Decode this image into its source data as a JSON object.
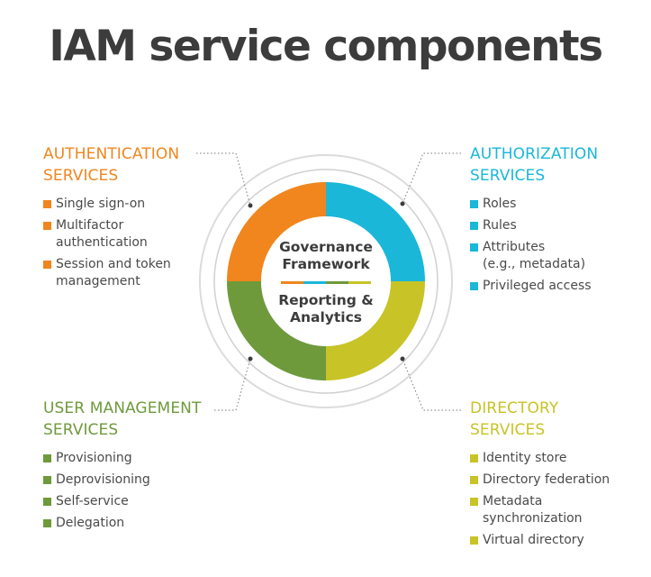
{
  "title": "IAM service components",
  "center": {
    "top_line1": "Governance",
    "top_line2": "Framework",
    "bottom_line1": "Reporting &",
    "bottom_line2": "Analytics"
  },
  "sections": {
    "authentication": {
      "head_line1": "AUTHENTICATION",
      "head_line2": "SERVICES",
      "items": [
        "Single sign-on",
        "Multifactor",
        "authentication",
        "Session and token",
        "management"
      ]
    },
    "authorization": {
      "head_line1": "AUTHORIZATION",
      "head_line2": "SERVICES",
      "items": [
        "Roles",
        "Rules",
        "Attributes",
        "(e.g., metadata)",
        "Privileged access"
      ]
    },
    "user_management": {
      "head_line1": "USER MANAGEMENT",
      "head_line2": "SERVICES",
      "items": [
        "Provisioning",
        "Deprovisioning",
        "Self-service",
        "Delegation"
      ]
    },
    "directory": {
      "head_line1": "DIRECTORY",
      "head_line2": "SERVICES",
      "items": [
        "Identity store",
        "Directory federation",
        "Metadata",
        "synchronization",
        "Virtual directory"
      ]
    }
  },
  "colors": {
    "authentication": "#f0861d",
    "authorization": "#1ab7d9",
    "user_management": "#6e9a3c",
    "directory": "#c8c326",
    "text": "#3c3c3c",
    "ring": "#d9d9d9"
  },
  "icons": {
    "bullet": "square-bullet-icon",
    "connector": "dotted-connector-line"
  }
}
